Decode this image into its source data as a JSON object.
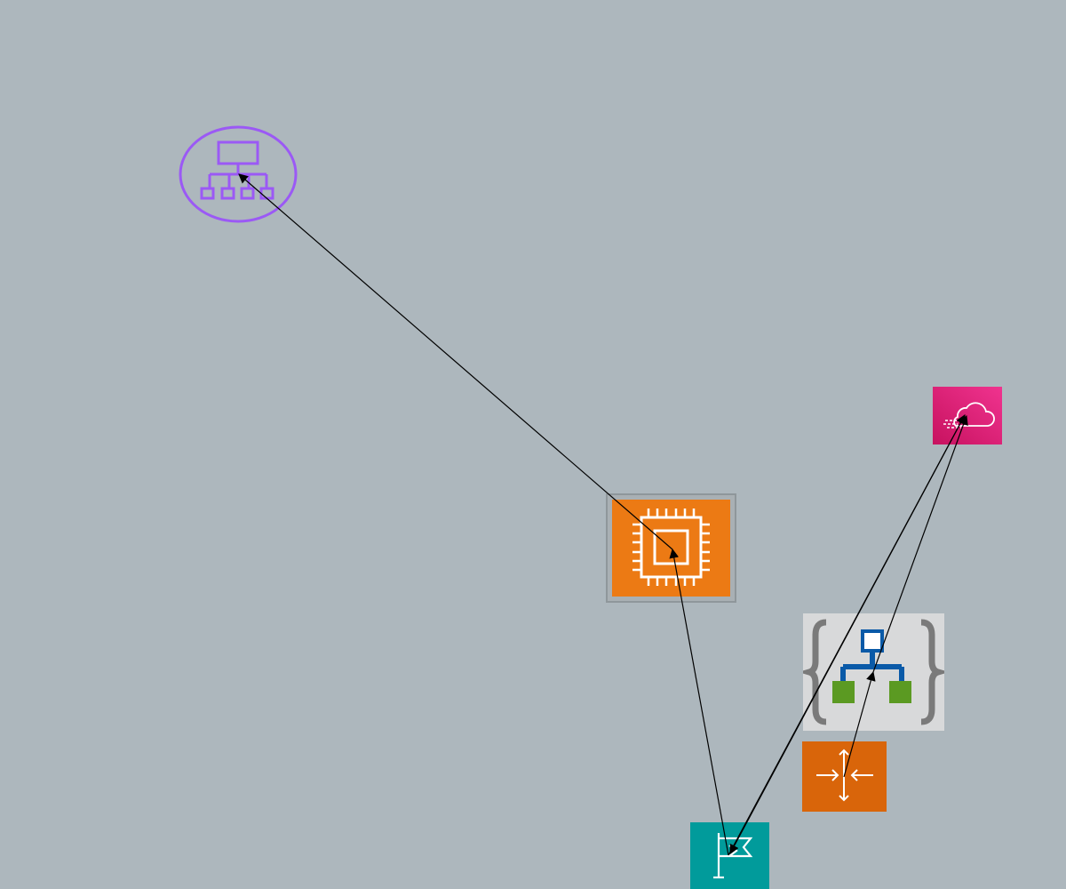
{
  "diagram": {
    "background_color": "#adb7bd",
    "nodes": [
      {
        "id": "org",
        "icon": "organization-hierarchy-icon",
        "color": "#9b59f5"
      },
      {
        "id": "ec2",
        "icon": "compute-chip-icon",
        "color": "#ec7a14"
      },
      {
        "id": "cdn",
        "icon": "cloud-cdn-icon",
        "color": "#e7157b"
      },
      {
        "id": "api",
        "icon": "api-hierarchy-braces-icon",
        "color": "#0a5aa8"
      },
      {
        "id": "compress",
        "icon": "arrows-converge-icon",
        "color": "#d9650a"
      },
      {
        "id": "flag",
        "icon": "flag-icon",
        "color": "#019b9b"
      }
    ],
    "edges": [
      {
        "from": "ec2",
        "to": "org"
      },
      {
        "from": "flag",
        "to": "ec2"
      },
      {
        "from": "flag",
        "to": "cdn"
      },
      {
        "from": "cdn",
        "to": "flag"
      },
      {
        "from": "compress",
        "to": "api"
      },
      {
        "from": "api",
        "to": "cdn"
      }
    ]
  }
}
